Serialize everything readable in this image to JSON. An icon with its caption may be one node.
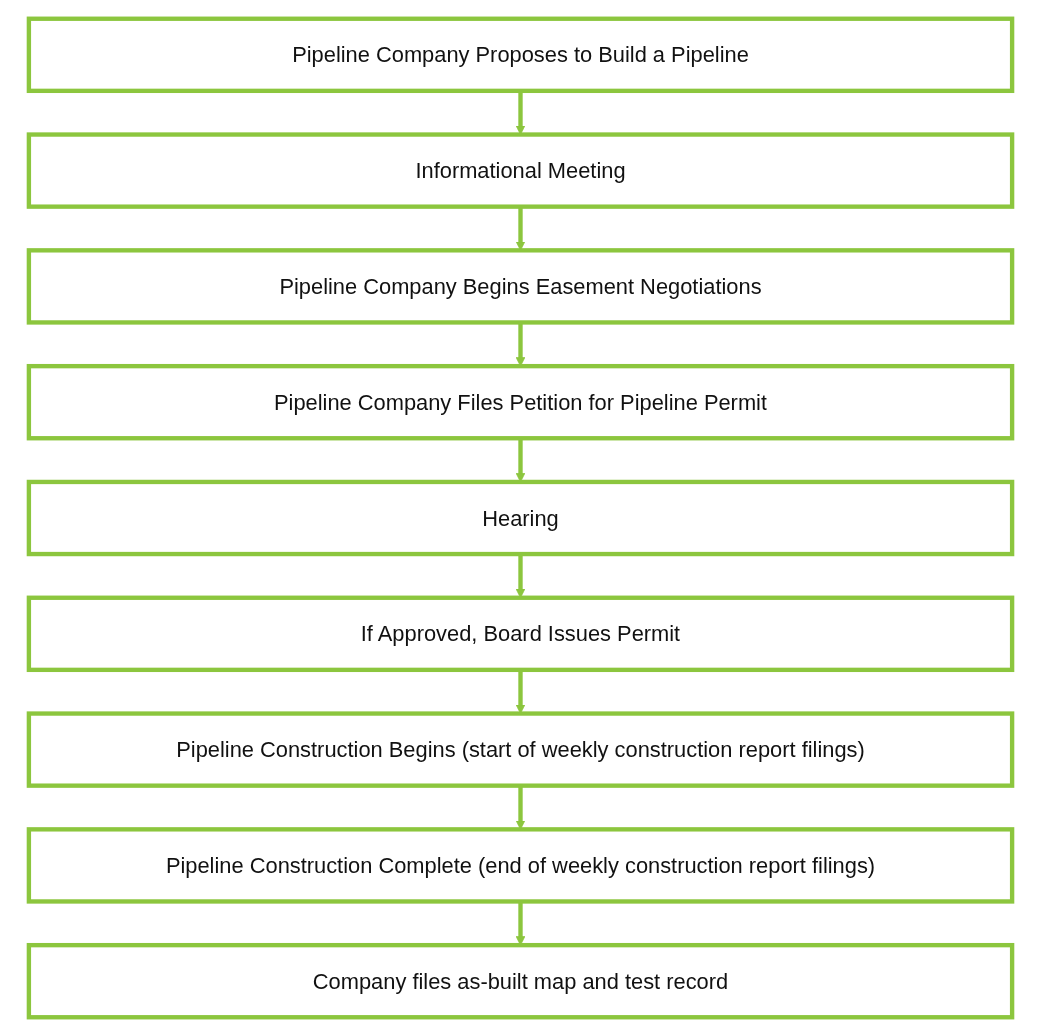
{
  "diagram": {
    "nodes": [
      {
        "text": [
          "Pipeline Company Proposes to Build a Pipeline"
        ]
      },
      {
        "text": [
          "Informational Meeting"
        ]
      },
      {
        "text": [
          "Pipeline Company Begins Easement Negotiations"
        ]
      },
      {
        "text": [
          "Pipeline Company Files Petition for Pipeline Permit"
        ]
      },
      {
        "text": [
          "Hearing"
        ]
      },
      {
        "text": [
          "If Approved, Board Issues Permit"
        ]
      },
      {
        "text": [
          "Pipeline Construction Begins (start of weekly construction report filings)"
        ]
      },
      {
        "text": [
          "Pipeline Construction Complete (end of weekly construction report filings)"
        ]
      },
      {
        "text": [
          "Company files as-built map and test record"
        ]
      }
    ],
    "edges": [
      {
        "from": 0,
        "to": 1,
        "arrow": "to"
      },
      {
        "from": 1,
        "to": 2,
        "arrow": "to"
      },
      {
        "from": 2,
        "to": 3,
        "arrow": "to"
      },
      {
        "from": 3,
        "to": 4,
        "arrow": "to"
      },
      {
        "from": 4,
        "to": 5,
        "arrow": "to"
      },
      {
        "from": 5,
        "to": 6,
        "arrow": "to"
      },
      {
        "from": 6,
        "to": 7,
        "arrow": "to"
      },
      {
        "from": 7,
        "to": 8,
        "arrow": "to"
      }
    ]
  }
}
